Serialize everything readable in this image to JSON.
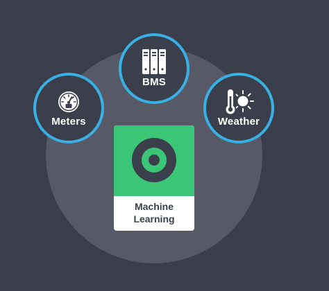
{
  "colors": {
    "background": "#3a3e4a",
    "backdrop_circle": "#575a66",
    "ring_accent": "#39b0e4",
    "ml_green": "#3bc576",
    "card_white": "#ffffff"
  },
  "nodes": {
    "meters": {
      "label": "Meters",
      "icon": "gauge-icon"
    },
    "bms": {
      "label": "BMS",
      "icon": "server-racks-icon"
    },
    "weather": {
      "label": "Weather",
      "icon": "thermometer-sun-icon"
    }
  },
  "ml_card": {
    "icon": "target-ring-icon",
    "label_line1": "Machine",
    "label_line2": "Learning"
  }
}
